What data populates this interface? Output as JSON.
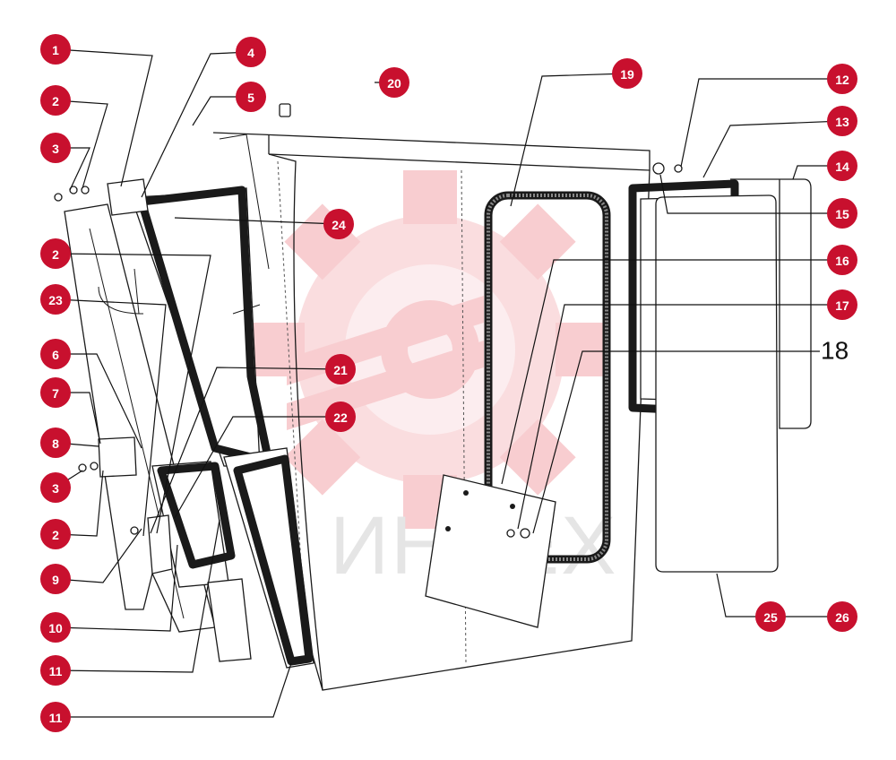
{
  "watermark": {
    "text": "ИНТЕХ",
    "color": "#f3a6ab"
  },
  "accent_color": "#c8102e",
  "callouts": [
    {
      "key": "c1",
      "label": "1"
    },
    {
      "key": "c2a",
      "label": "2"
    },
    {
      "key": "c3a",
      "label": "3"
    },
    {
      "key": "c4",
      "label": "4"
    },
    {
      "key": "c5",
      "label": "5"
    },
    {
      "key": "c20",
      "label": "20"
    },
    {
      "key": "c24",
      "label": "24"
    },
    {
      "key": "c2b",
      "label": "2"
    },
    {
      "key": "c23",
      "label": "23"
    },
    {
      "key": "c6",
      "label": "6"
    },
    {
      "key": "c7",
      "label": "7"
    },
    {
      "key": "c8",
      "label": "8"
    },
    {
      "key": "c3b",
      "label": "3"
    },
    {
      "key": "c2c",
      "label": "2"
    },
    {
      "key": "c9",
      "label": "9"
    },
    {
      "key": "c10",
      "label": "10"
    },
    {
      "key": "c11a",
      "label": "11"
    },
    {
      "key": "c11b",
      "label": "11"
    },
    {
      "key": "c21",
      "label": "21"
    },
    {
      "key": "c22",
      "label": "22"
    },
    {
      "key": "c19",
      "label": "19"
    },
    {
      "key": "c12",
      "label": "12"
    },
    {
      "key": "c13",
      "label": "13"
    },
    {
      "key": "c14",
      "label": "14"
    },
    {
      "key": "c15",
      "label": "15"
    },
    {
      "key": "c16",
      "label": "16"
    },
    {
      "key": "c17",
      "label": "17"
    },
    {
      "key": "c25",
      "label": "25"
    },
    {
      "key": "c26",
      "label": "26"
    }
  ],
  "plain_labels": [
    {
      "key": "t18",
      "label": "18"
    }
  ]
}
